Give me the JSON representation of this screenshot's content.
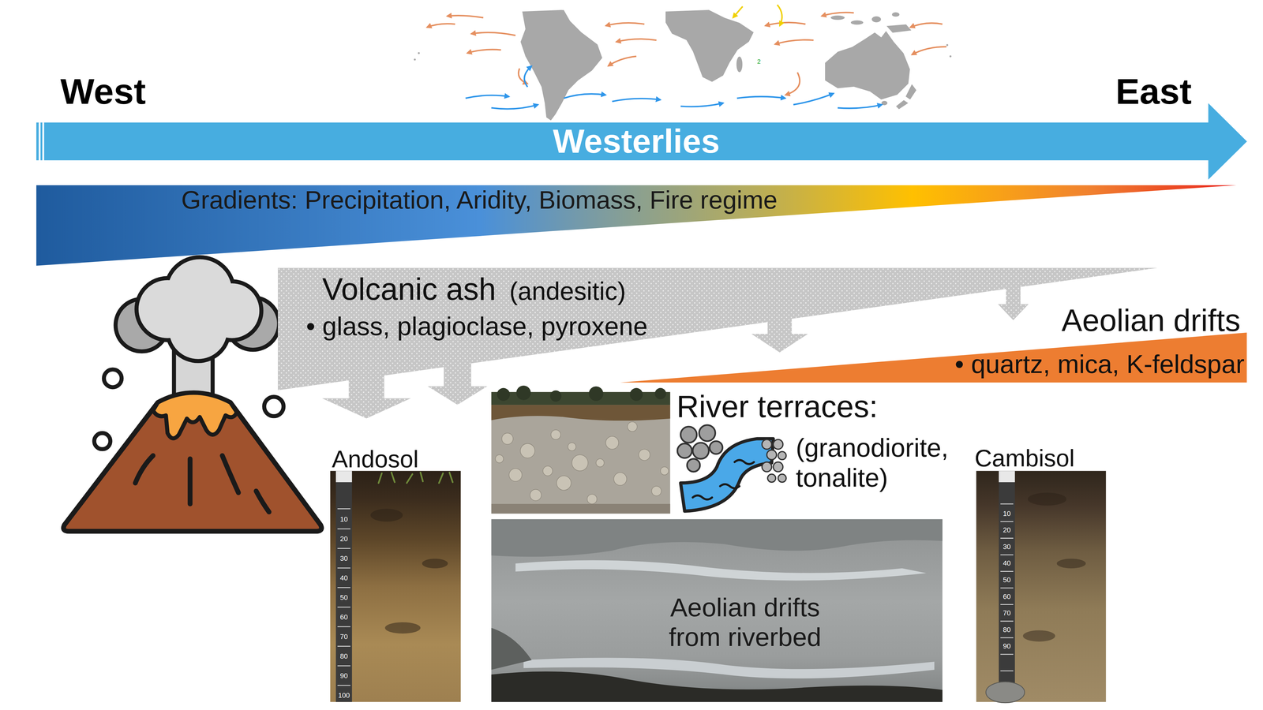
{
  "diagram": {
    "nodes": [
      {
        "text": [
          "Westerlies"
        ]
      },
      {
        "text": [
          "Gradients: Precipitation, Aridity, Biomass, Fire regime"
        ]
      },
      {
        "text": [
          "Volcanic ash",
          "(andesitic)",
          "• glass, plagioclase, pyroxene"
        ]
      },
      {
        "text": [
          "Aeolian drifts",
          "• quartz, mica, K-feldspar"
        ]
      },
      {
        "text": [
          "Andosol"
        ]
      },
      {
        "text": [
          "Aeolian drifts from riverbed"
        ]
      },
      {
        "text": [
          "Cambisol"
        ]
      }
    ],
    "labels": [
      "West",
      "East",
      "2",
      "River terraces:",
      "(granodiorite, tonalite)",
      "10",
      "20",
      "30",
      "40",
      "50",
      "60",
      "70",
      "80",
      "90",
      "100",
      "10",
      "20",
      "30",
      "40",
      "50",
      "60",
      "70",
      "80",
      "90"
    ]
  }
}
